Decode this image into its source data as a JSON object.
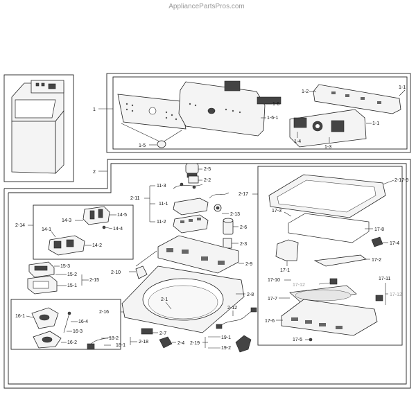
{
  "watermark": "AppliancePartsPros.com",
  "callouts": {
    "c_1": "1",
    "c_1_1": "1-1",
    "c_1_1b": "1-1",
    "c_1_2": "1-2",
    "c_1_3": "1-3",
    "c_1_4": "1-4",
    "c_1_5": "1-5",
    "c_1_6": "1-6",
    "c_1_6_1": "1-6-1",
    "c_2": "2",
    "c_2_1": "2-1",
    "c_2_2": "2-2",
    "c_2_3": "2-3",
    "c_2_4": "2-4",
    "c_2_5": "2-5",
    "c_2_6": "2-6",
    "c_2_7": "2-7",
    "c_2_8": "2-8",
    "c_2_9": "2-9",
    "c_2_10": "2-10",
    "c_2_11": "2-11",
    "c_2_12": "2-12",
    "c_2_13": "2-13",
    "c_2_14": "2-14",
    "c_2_15": "2-15",
    "c_2_16": "2-16",
    "c_2_17": "2-17",
    "c_2_17_9": "2-17-9",
    "c_2_18": "2-18",
    "c_2_19": "2-19",
    "c_11_1": "11-1",
    "c_11_2": "11-2",
    "c_11_3": "11-3",
    "c_14_1": "14-1",
    "c_14_2": "14-2",
    "c_14_3": "14-3",
    "c_14_4": "14-4",
    "c_14_5": "14-5",
    "c_15_1": "15-1",
    "c_15_2": "15-2",
    "c_15_3": "15-3",
    "c_16_1": "16-1",
    "c_16_2": "16-2",
    "c_16_3": "16-3",
    "c_16_4": "16-4",
    "c_17_1": "17-1",
    "c_17_2": "17-2",
    "c_17_3": "17-3",
    "c_17_4": "17-4",
    "c_17_5": "17-5",
    "c_17_6": "17-6",
    "c_17_7": "17-7",
    "c_17_8": "17-8",
    "c_17_10": "17-10",
    "c_17_11": "17-11",
    "c_17_12": "17-12",
    "c_17_12b": "17-12",
    "c_18_1": "18-1",
    "c_18_2": "18-2",
    "c_19_1": "19-1",
    "c_19_2": "19-2"
  }
}
